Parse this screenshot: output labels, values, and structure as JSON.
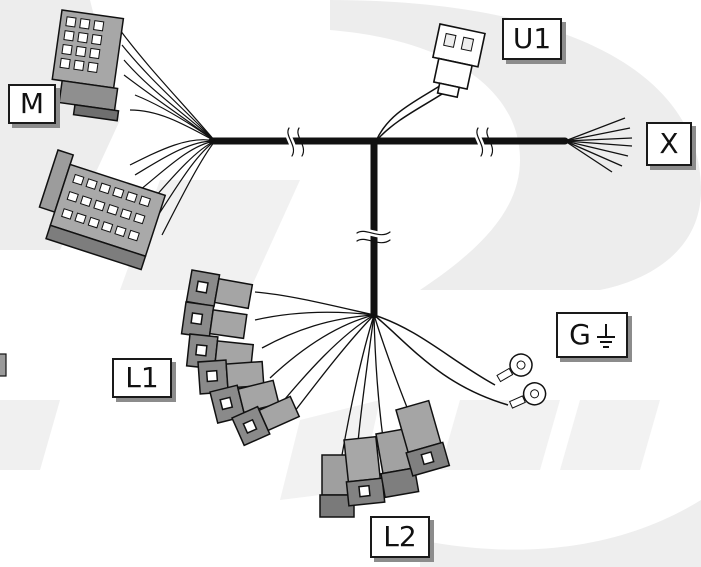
{
  "labels": {
    "m": "M",
    "u1": "U1",
    "x": "X",
    "l1": "L1",
    "l2": "L2",
    "g": "G"
  },
  "icons": {
    "ground": "ground-symbol-icon"
  },
  "colors": {
    "cable": "#111111",
    "connector_fill": "#9a9a9a",
    "connector_dark": "#5f5f5f",
    "background_watermark": "#ececec",
    "label_shadow": "#8c8c8c"
  }
}
